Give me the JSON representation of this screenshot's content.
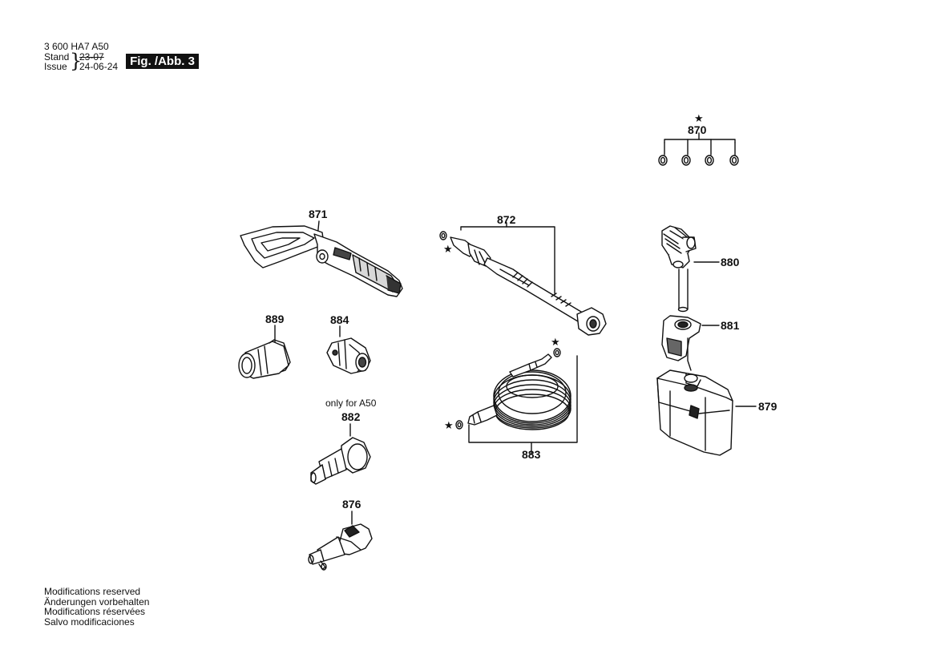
{
  "header": {
    "doc_number": "3 600 HA7 A50",
    "stand_label": "Stand",
    "issue_label": "Issue",
    "stand_date": "23-07",
    "issue_date": "24-06-24",
    "figure_label": "Fig. /Abb. 3"
  },
  "footer": {
    "lines": [
      "Modifications reserved",
      "Änderungen vorbehalten",
      "Modifications réservées",
      "Salvo modificaciones"
    ]
  },
  "parts": {
    "p870": "870",
    "p871": "871",
    "p872": "872",
    "p880": "880",
    "p881": "881",
    "p879": "879",
    "p889": "889",
    "p884": "884",
    "p882": "882",
    "p876": "876",
    "p883": "883"
  },
  "notes": {
    "only_for": "only for A50",
    "star": "★"
  }
}
